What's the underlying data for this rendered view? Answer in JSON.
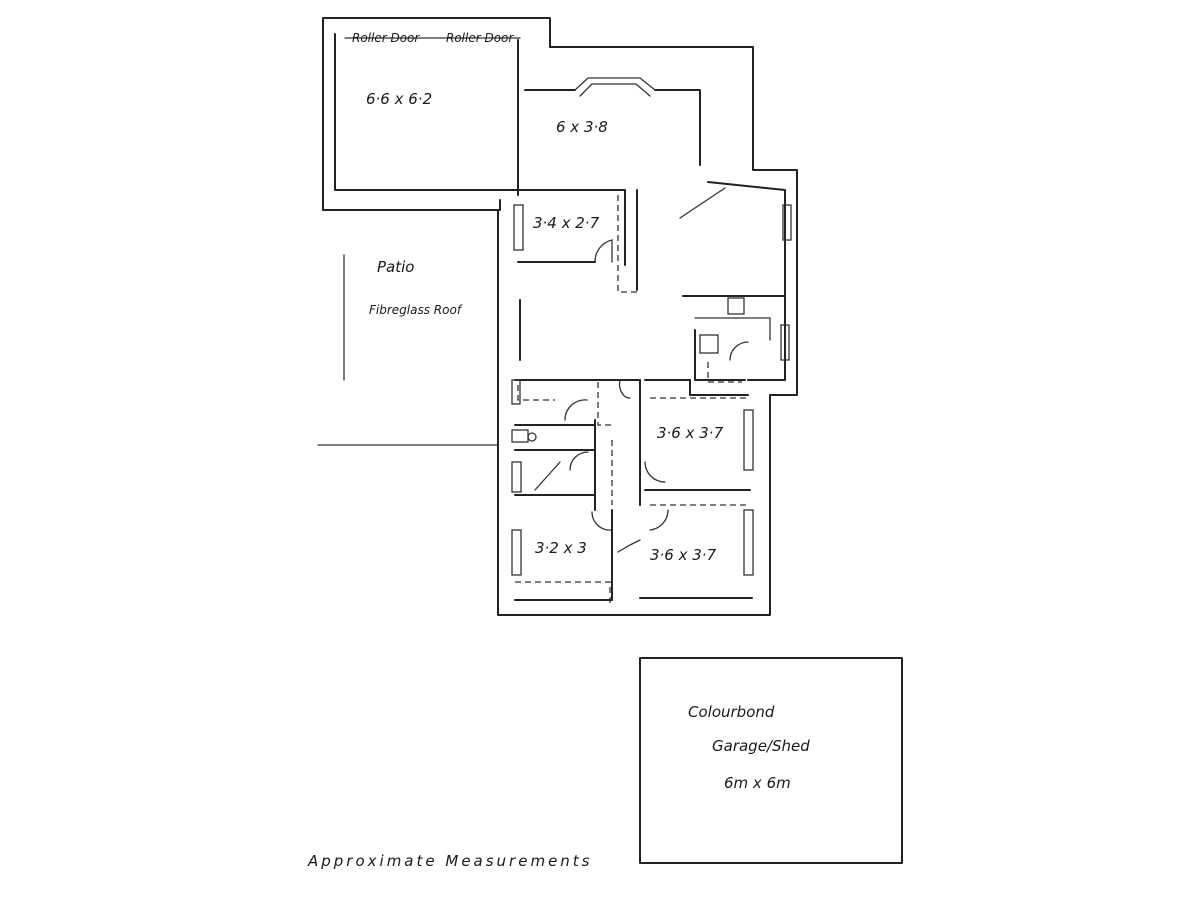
{
  "garage": {
    "roller_door_left": "Roller Door",
    "roller_door_right": "Roller Door",
    "dimensions": "6·6 x 6·2"
  },
  "rooms": {
    "living": "6 x 3·8",
    "bedroom_top_left": "3·4 x 2·7",
    "bedroom_mid_right": "3·6 x 3·7",
    "bedroom_bottom_left": "3·2 x 3",
    "bedroom_bottom_right": "3·6 x 3·7"
  },
  "patio": {
    "title": "Patio",
    "roof": "Fibreglass Roof"
  },
  "shed": {
    "line1": "Colourbond",
    "line2": "Garage/Shed",
    "line3": "6m x 6m"
  },
  "footer": {
    "note": "Approximate Measurements"
  }
}
